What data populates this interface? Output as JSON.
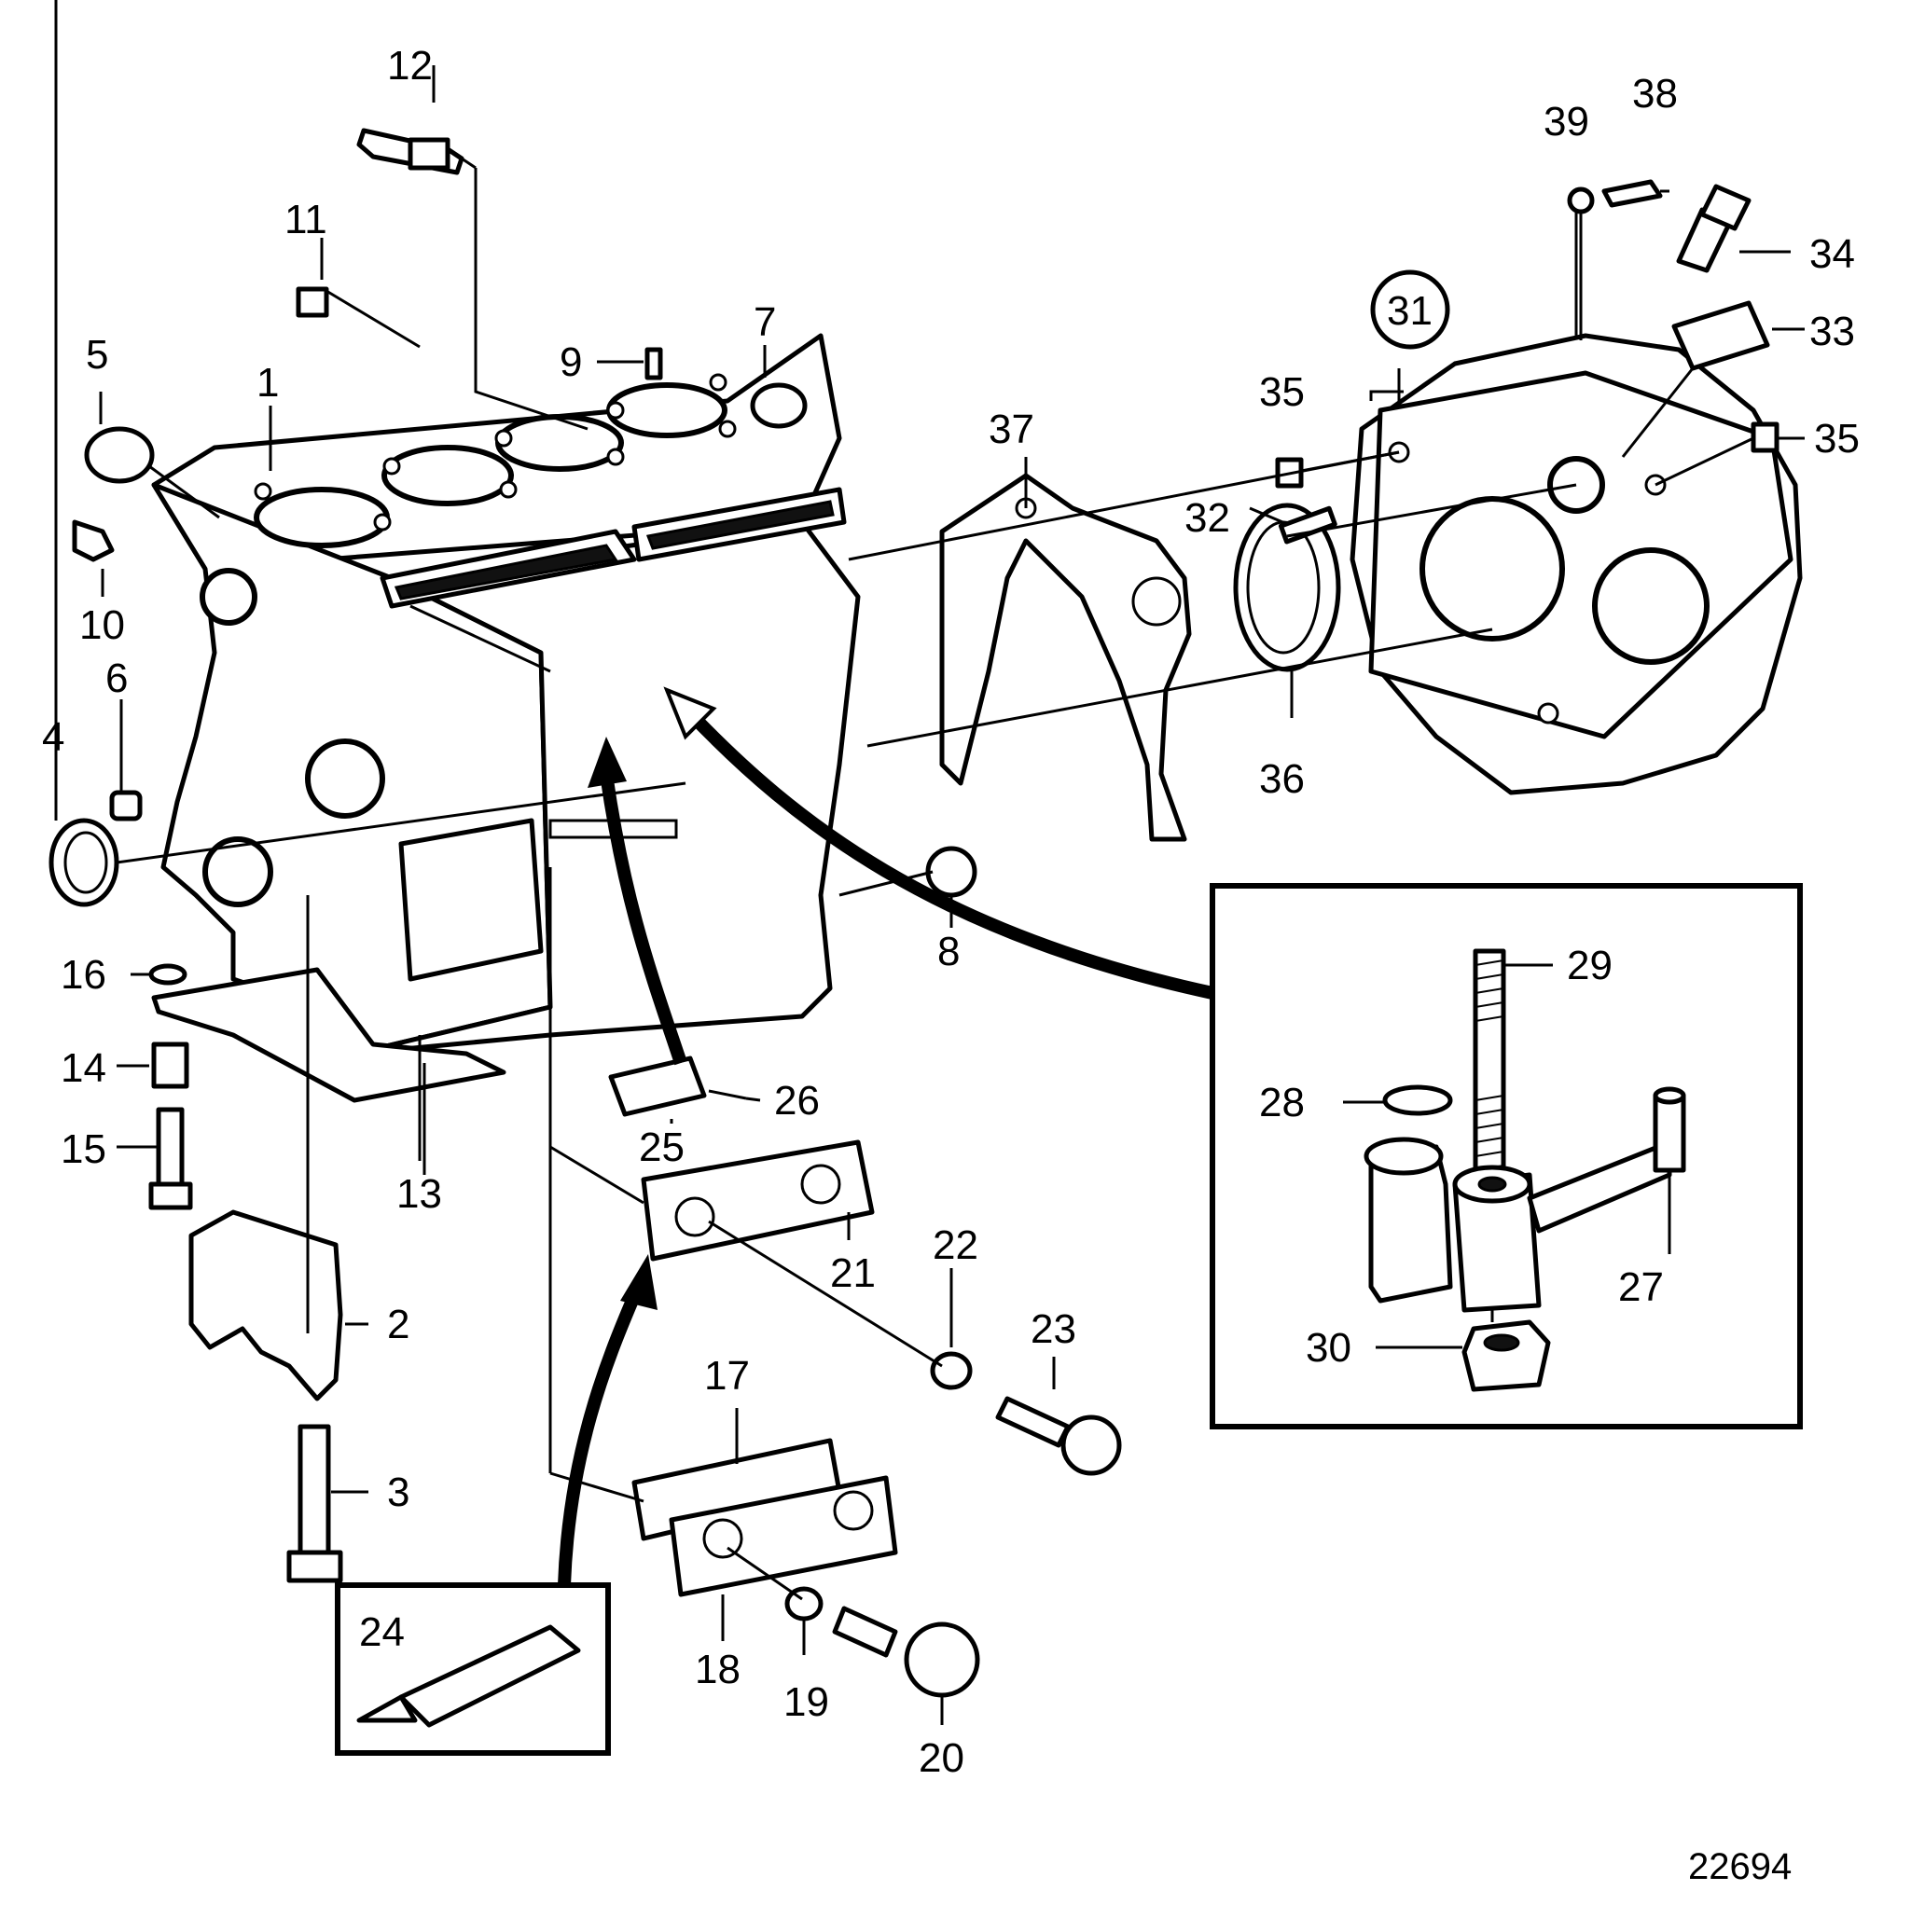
{
  "diagram": {
    "document_number": "22694",
    "callouts": [
      "1",
      "2",
      "3",
      "4",
      "5",
      "6",
      "7",
      "8",
      "9",
      "10",
      "11",
      "12",
      "13",
      "14",
      "15",
      "16",
      "17",
      "18",
      "19",
      "20",
      "21",
      "22",
      "23",
      "24",
      "25",
      "26",
      "27",
      "28",
      "29",
      "30",
      "31",
      "32",
      "33",
      "34",
      "35",
      "35",
      "36",
      "37",
      "38",
      "39"
    ]
  }
}
